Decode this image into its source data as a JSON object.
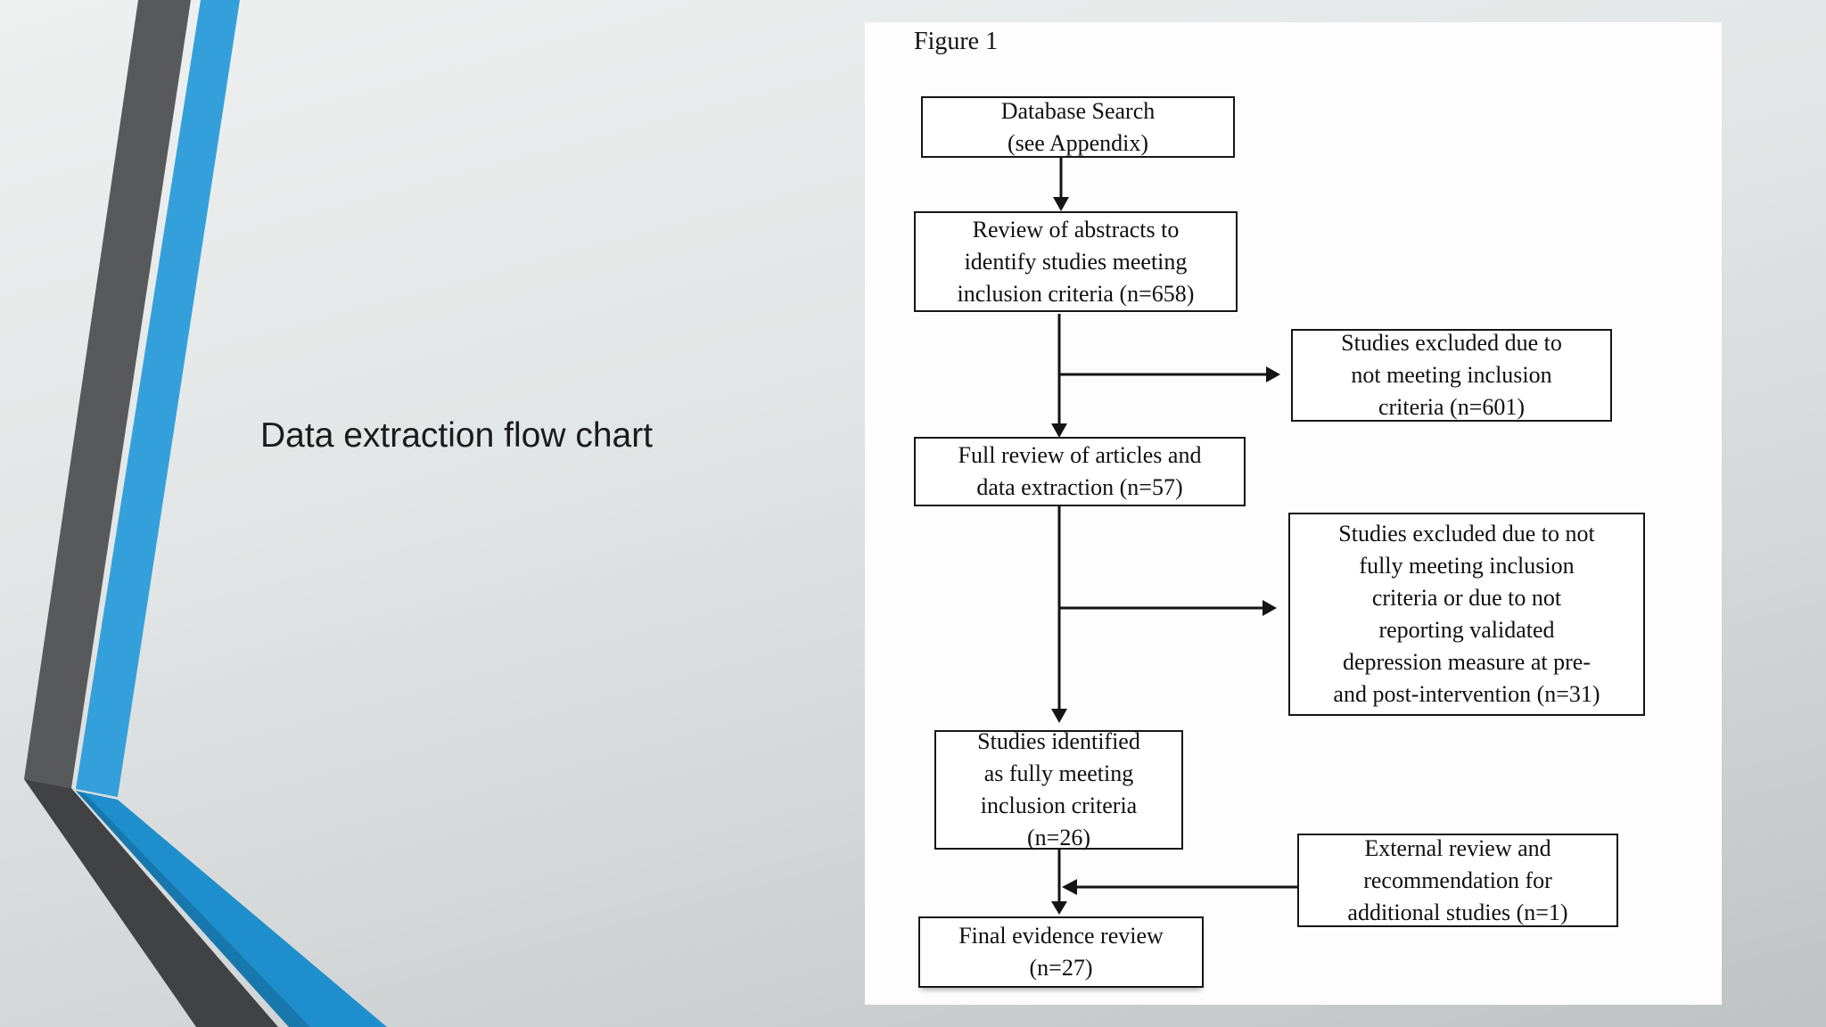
{
  "slide": {
    "title": "Data extraction flow chart"
  },
  "figure": {
    "label": "Figure 1",
    "nodes": {
      "database_search": "Database Search\n(see Appendix)",
      "review_abstracts": "Review of abstracts to\nidentify studies meeting\ninclusion criteria (n=658)",
      "excluded_not_meeting": "Studies excluded due to\nnot meeting inclusion\ncriteria (n=601)",
      "full_review": "Full review of articles and\ndata extraction (n=57)",
      "excluded_not_fully": "Studies excluded due to not\nfully meeting inclusion\ncriteria or due to not\nreporting validated\ndepression measure at pre-\nand post-intervention (n=31)",
      "identified": "Studies identified\nas fully meeting\ninclusion criteria\n(n=26)",
      "external_review": "External review and\nrecommendation for\nadditional studies (n=1)",
      "final_review": "Final evidence review\n(n=27)"
    },
    "counts": {
      "abstracts_reviewed": 658,
      "excluded_not_meeting": 601,
      "full_review": 57,
      "excluded_not_fully": 31,
      "identified": 26,
      "external_additional": 1,
      "final_review": 27
    }
  },
  "colors": {
    "ribbon_gray_upper": "#58595b",
    "ribbon_gray_lower": "#404243",
    "ribbon_blue_upper": "#33a0dc",
    "ribbon_blue_lower": "#1f8ecc",
    "ribbon_blue_edge": "#1878ad",
    "panel_background": "#fdfdfd",
    "box_border": "#161616",
    "arrow": "#141414",
    "title_text": "#1b1b1b"
  }
}
